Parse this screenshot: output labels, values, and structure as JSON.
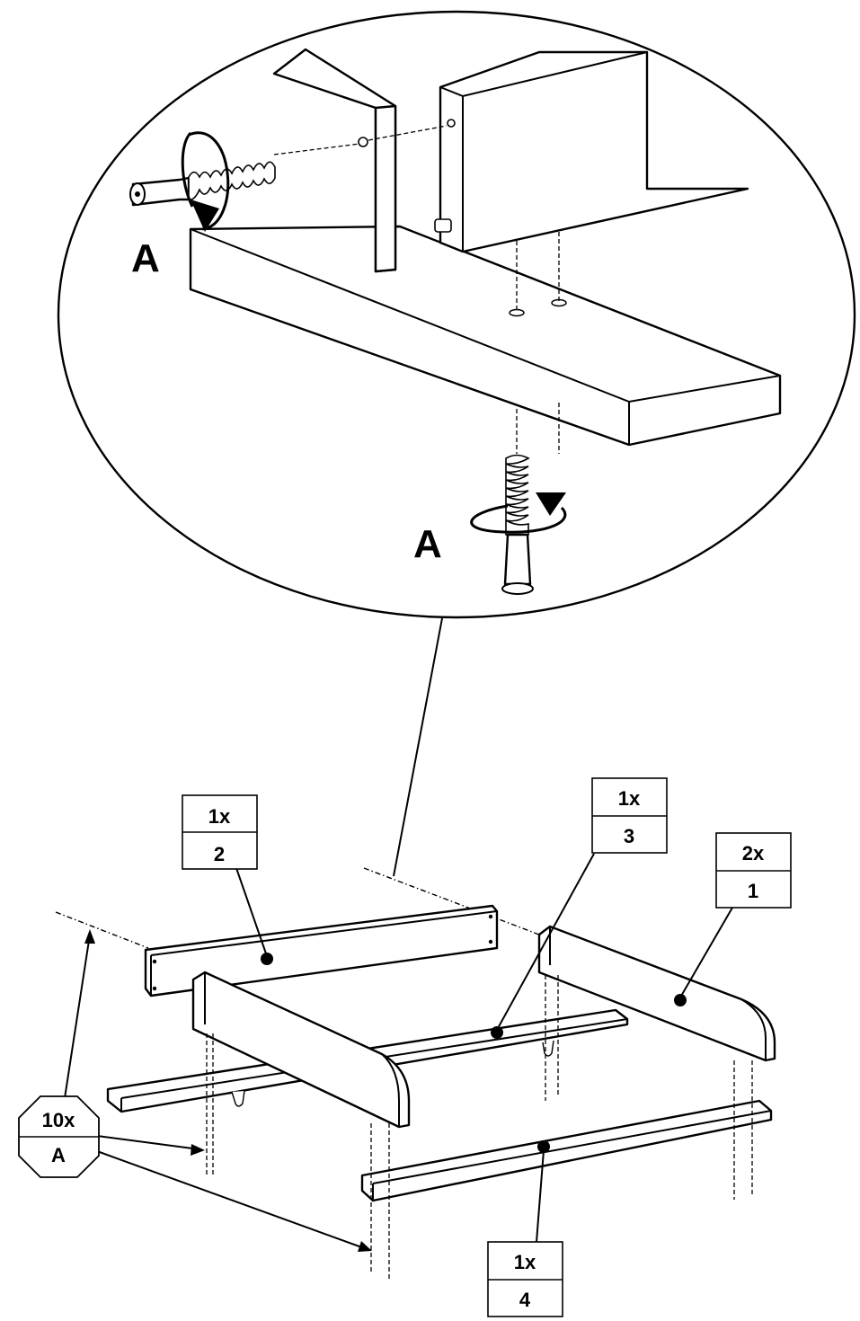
{
  "detail": {
    "fastener_label_top": "A",
    "fastener_label_bottom": "A"
  },
  "labels": {
    "part2": {
      "qty": "1x",
      "id": "2"
    },
    "part3": {
      "qty": "1x",
      "id": "3"
    },
    "part1": {
      "qty": "2x",
      "id": "1"
    },
    "part4": {
      "qty": "1x",
      "id": "4"
    },
    "fastenerA": {
      "qty": "10x",
      "id": "A"
    }
  },
  "colors": {
    "line": "#000000",
    "background": "#ffffff"
  }
}
